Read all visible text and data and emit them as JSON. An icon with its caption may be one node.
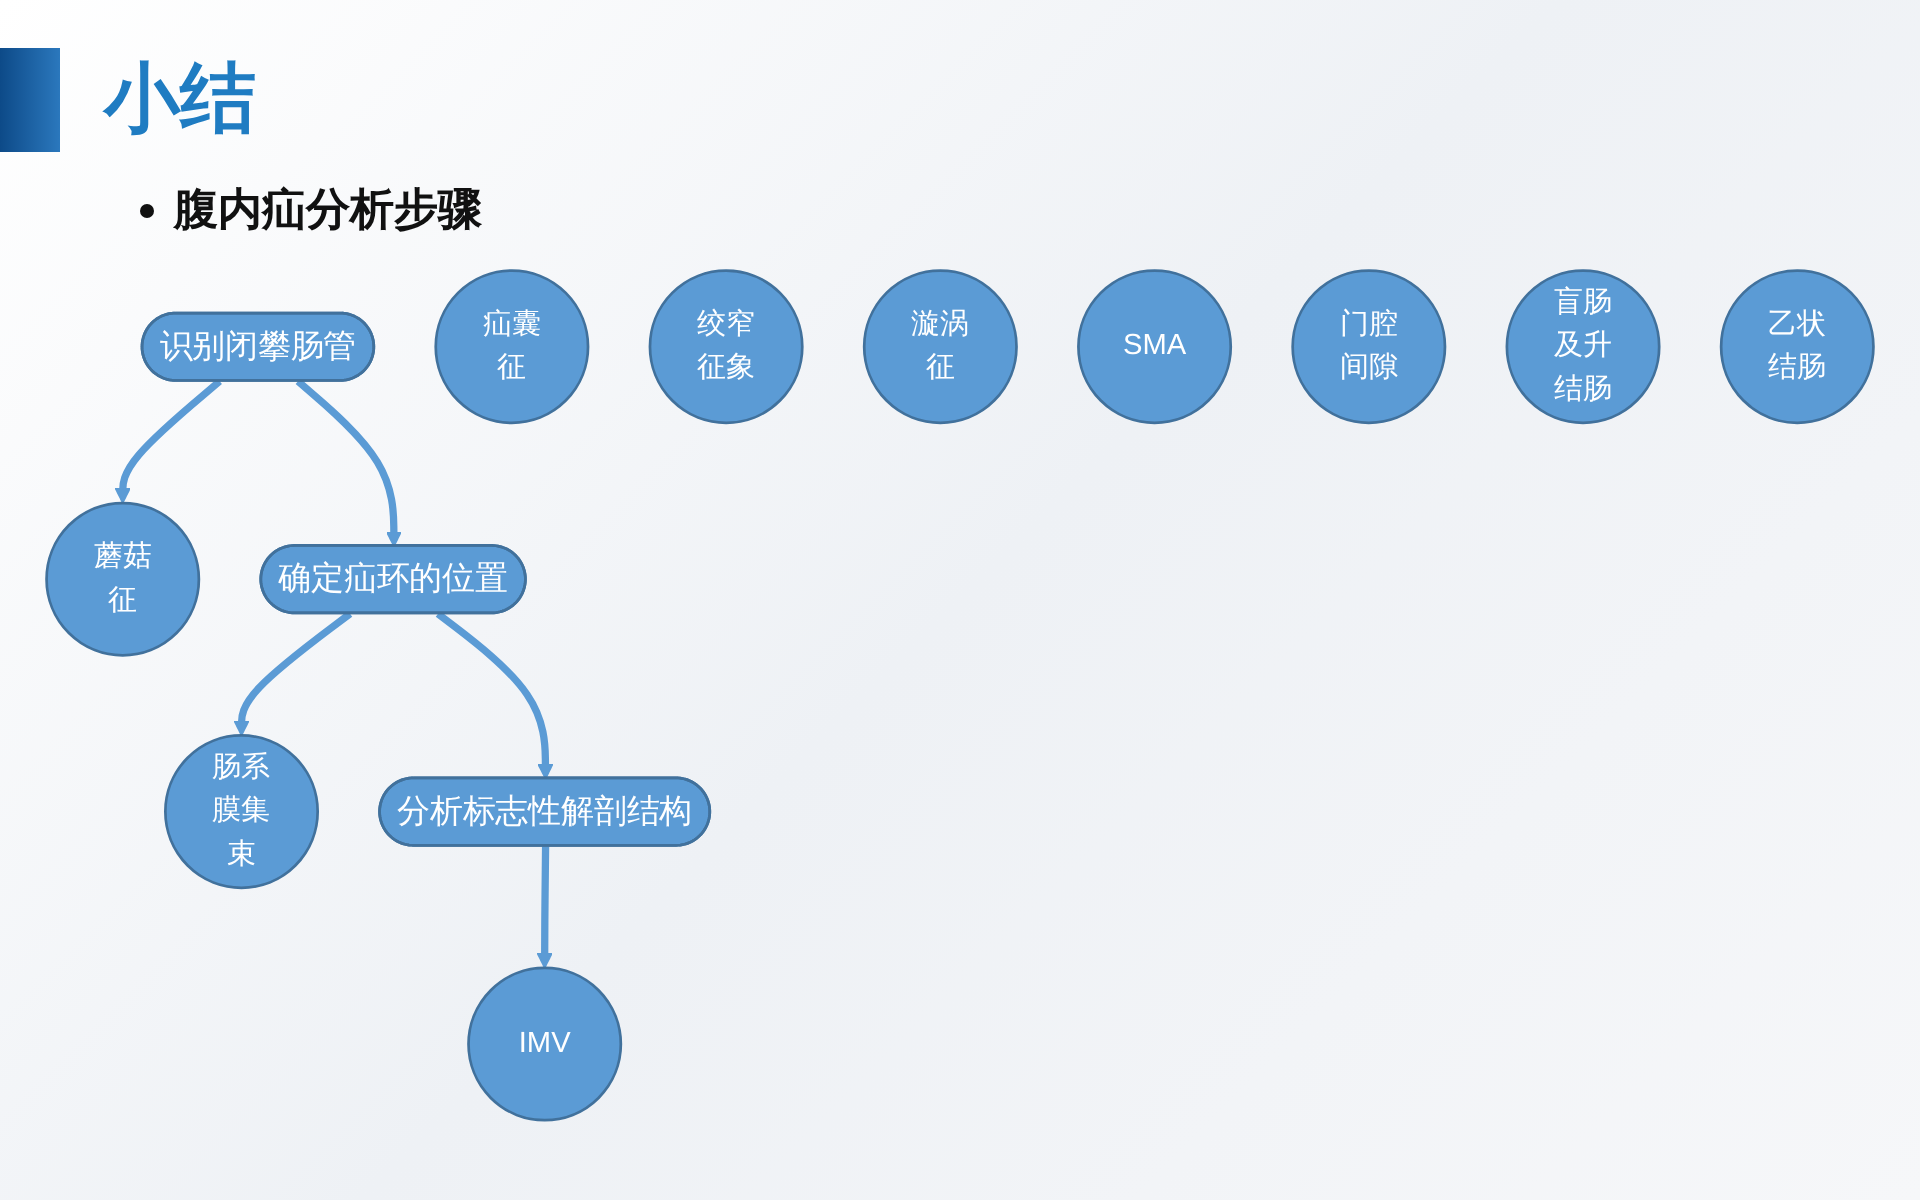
{
  "diagram": {
    "title": "小结",
    "nodes": [
      {
        "text": [
          "识别闭攀肠管"
        ]
      },
      {
        "text": [
          "蘑菇征"
        ]
      },
      {
        "text": [
          "疝囊征"
        ]
      },
      {
        "text": [
          "绞窄征象"
        ]
      },
      {
        "text": [
          "确定疝环的位置"
        ]
      },
      {
        "text": [
          "肠系膜集束"
        ]
      },
      {
        "text": [
          "漩涡征"
        ]
      },
      {
        "text": [
          "分析标志性解剖结构"
        ]
      },
      {
        "text": [
          "IMV"
        ]
      },
      {
        "text": [
          "SMA"
        ]
      },
      {
        "text": [
          "门腔间隙"
        ]
      },
      {
        "text": [
          "盲肠及升结肠"
        ]
      },
      {
        "text": [
          "乙状结肠"
        ]
      }
    ],
    "edges": [
      {
        "from": 0,
        "to": 1,
        "arrow": "to"
      },
      {
        "from": 0,
        "to": 4,
        "arrow": "to"
      },
      {
        "from": 4,
        "to": 5,
        "arrow": "to"
      },
      {
        "from": 4,
        "to": 7,
        "arrow": "to"
      },
      {
        "from": 7,
        "to": 8,
        "arrow": "to"
      }
    ],
    "labels": [
      "腹内疝分析步骤"
    ]
  }
}
